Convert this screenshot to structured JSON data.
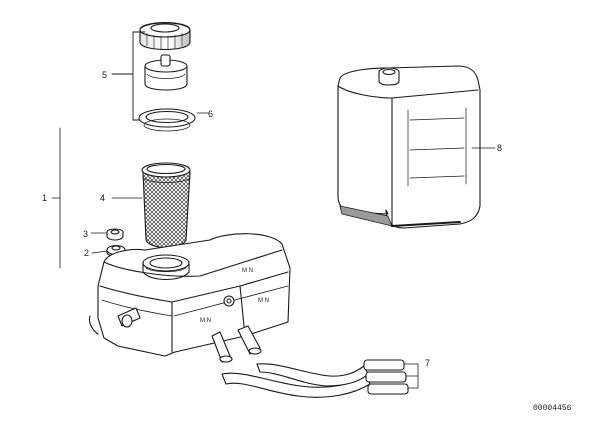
{
  "callouts": [
    {
      "id": "1",
      "label": "1"
    },
    {
      "id": "2",
      "label": "2"
    },
    {
      "id": "3",
      "label": "3"
    },
    {
      "id": "4",
      "label": "4"
    },
    {
      "id": "5",
      "label": "5"
    },
    {
      "id": "6",
      "label": "6"
    },
    {
      "id": "7",
      "label": "7"
    },
    {
      "id": "8",
      "label": "8"
    }
  ],
  "document_number": "00004456",
  "embossing": {
    "tank_top": "M  N",
    "tank_front": "M  N",
    "tank_side": "M  N"
  },
  "colors": {
    "line": "#1a1a1a",
    "fill": "#ffffff",
    "shade": "#9a9a9a"
  }
}
